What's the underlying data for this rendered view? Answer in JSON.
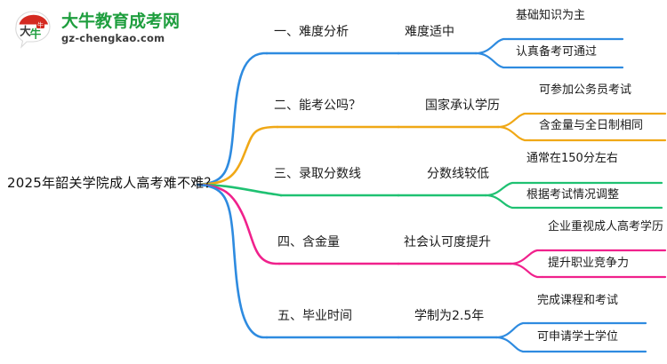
{
  "logo": {
    "brand_cn": "大牛教育成考网",
    "domain": "gz-chengkao.com",
    "mark_text": "大牛",
    "brand_color": "#1E9E3E",
    "mark_color": "#D42A21"
  },
  "mindmap": {
    "root": "2025年韶关学院成人高考难不难？",
    "branches": [
      {
        "index": "1",
        "title": "一、难度分析",
        "middle": "难度适中",
        "color": "#2E8BE0",
        "leaves": [
          "基础知识为主",
          "认真备考可通过"
        ]
      },
      {
        "index": "2",
        "title": "二、能考公吗？",
        "middle": "国家承认学历",
        "color": "#F0A816",
        "leaves": [
          "可参加公务员考试",
          "含金量与全日制相同"
        ]
      },
      {
        "index": "3",
        "title": "三、录取分数线",
        "middle": "分数线较低",
        "color": "#1FC172",
        "leaves": [
          "通常在150分左右",
          "根据考试情况调整"
        ]
      },
      {
        "index": "4",
        "title": "四、含金量",
        "middle": "社会认可度提升",
        "color": "#F0218C",
        "leaves": [
          "企业重视成人高考学历",
          "提升职业竞争力"
        ]
      },
      {
        "index": "5",
        "title": "五、毕业时间",
        "middle": "学制为2.5年",
        "color": "#2E8BE0",
        "leaves": [
          "完成课程和考试",
          "可申请学士学位"
        ]
      }
    ]
  }
}
